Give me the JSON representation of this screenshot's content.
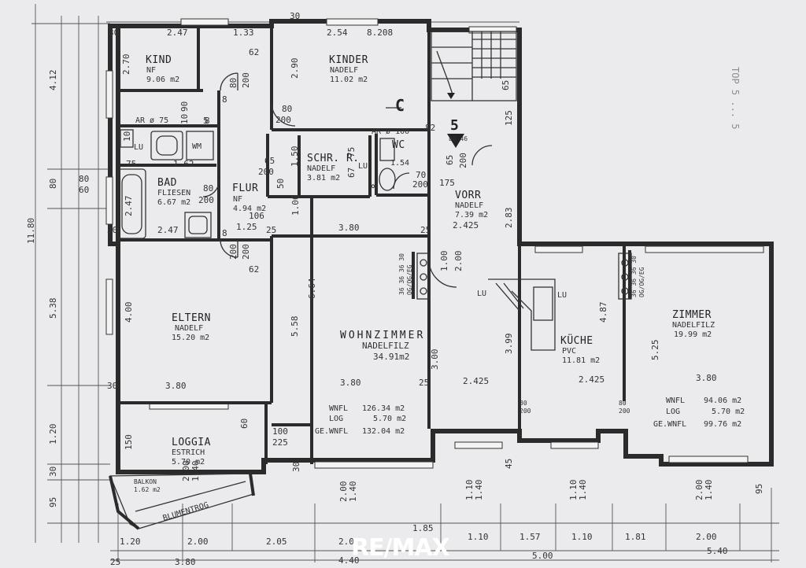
{
  "rooms": {
    "kind": {
      "name": "KIND",
      "floor": "NF",
      "area": "9.06  m2"
    },
    "kinder": {
      "name": "KINDER",
      "floor": "NADELF",
      "area": "11.02  m2"
    },
    "bad": {
      "name": "BAD",
      "floor": "FLIESEN",
      "area": "6.67 m2"
    },
    "flur": {
      "name": "FLUR",
      "floor": "NF",
      "area": "4.94 m2"
    },
    "schr": {
      "name": "SCHR. R.",
      "floor": "NADELF",
      "area": "3.81 m2"
    },
    "wc": {
      "name": "WC",
      "area": "1.54"
    },
    "vorr": {
      "name": "VORR",
      "floor": "NADELF",
      "area": "7.39  m2"
    },
    "eltern": {
      "name": "ELTERN",
      "floor": "NADELF",
      "area": "15.20 m2"
    },
    "wohnzimmer": {
      "name": "WOHNZIMMER",
      "floor": "NADELFILZ",
      "area": "34.91m2"
    },
    "kueche": {
      "name": "KÜCHE",
      "floor": "PVC",
      "area": "11.81 m2"
    },
    "zimmer": {
      "name": "ZIMMER",
      "floor": "NADELFILZ",
      "area": "19.99  m2"
    },
    "loggia": {
      "name": "LOGGIA",
      "floor": "ESTRICH",
      "area": "5.70  m2"
    },
    "balkon": {
      "name": "BALKON",
      "area": "1.62 m2"
    }
  },
  "fixtures": {
    "wm": "WM",
    "lu1": "LU",
    "lu2": "LU",
    "lu3": "LU",
    "lu4": "LU",
    "ar75": "AR ø 75",
    "ar100": "AR ø 100",
    "blumentrog": "BLUMENTROG",
    "ogiogeg1": "OG/OG/EG",
    "ogiogeg2": "OG/OG/EG",
    "chimney1": "36 36 36 30",
    "chimney2": "36 36 36 30"
  },
  "summary_left": {
    "wnfl_label": "WNFL",
    "wnfl_value": "126.34  m2",
    "log_label": "LOG",
    "log_value": "5.70  m2",
    "gewnfl_label": "GE.WNFL",
    "gewnfl_value": "132.04  m2"
  },
  "summary_right": {
    "wnfl_label": "WNFL",
    "wnfl_value": "94.06  m2",
    "log_label": "LOG",
    "log_value": "5.70  m2",
    "gewnfl_label": "GE.WNFL",
    "gewnfl_value": "99.76  m2"
  },
  "dims_top": [
    "30",
    "2.47",
    "1.33",
    "2.54",
    "8.208",
    "30"
  ],
  "dims_bottom": [
    "1.20",
    "2.00",
    "2.05",
    "2.0",
    "1.10",
    "1.57",
    "1.10",
    "1.81",
    "2.00"
  ],
  "dims_footer": [
    "25",
    "3.80",
    "4.40",
    "5.00",
    "5.40"
  ],
  "dims_left": [
    "4.12",
    "80",
    "80",
    "60",
    "11.80",
    "5.38",
    "1.20",
    "30",
    "95"
  ],
  "dims_inner": {
    "kind_h": "2.70",
    "kinder_h": "2.90",
    "kind_62": "62",
    "d80": "80",
    "d200": "200",
    "d80b": "80",
    "d200b": "200",
    "d90": "90",
    "d10": "10",
    "d8": "8",
    "d5": "5",
    "d82": "82",
    "d75": "75",
    "d162": "1.62",
    "d10b": "10",
    "bad_h": "2.47",
    "bad_w": "2.47",
    "bad_80": "80",
    "bad_200": "200",
    "flur_106": "106",
    "flur_125": "1.25",
    "d65": "65",
    "d200c": "200",
    "d150": "1.50",
    "d8b": "8",
    "d75b": "75",
    "d67": "67",
    "d50": "50",
    "d106": "1.06",
    "d70": "70",
    "d200d": "200",
    "d175": "175",
    "d65b": "65",
    "d125": "125",
    "d283": "2.83",
    "d2425": "2.425",
    "d100": "1.00",
    "d200e": "2.00",
    "d664": "6.64",
    "d558": "5.58",
    "d380a": "3.80",
    "d380b": "3.80",
    "d380c": "3.80",
    "d380d": "3.80",
    "d2425b": "2.425",
    "d2425c": "2.425",
    "d399": "3.99",
    "d487": "4.87",
    "d525": "5.25",
    "d400": "4.00",
    "d300": "3.00",
    "d8c": "8",
    "d62b": "62",
    "d200f": "200",
    "d60": "60",
    "d100b": "100",
    "d225": "225",
    "d150b": "150",
    "d200g": "2.00",
    "d140": "1.40",
    "d200h": "2.00",
    "d140b": "1.40",
    "d110": "1.10",
    "d140c": "1.40",
    "d110b": "1.10",
    "d140d": "1.40",
    "d200i": "2.00",
    "d140e": "1.40",
    "d95": "95",
    "d45": "45",
    "d30a": "30",
    "d30b": "30",
    "d30c": "30",
    "d25a": "25",
    "d25b": "25",
    "d25c": "25",
    "d65c": "65",
    "d200j": "200",
    "d185": "1.85",
    "d200k": "200",
    "d80c": "80",
    "d80d": "80",
    "d200l": "200",
    "d200m": "200"
  },
  "markers": {
    "c": "C",
    "five": "5",
    "five_sub": "80 46"
  },
  "side_note": "TOP 5 ... 5",
  "logo": {
    "text": "RE/MAX",
    "color": "#ffffff"
  }
}
